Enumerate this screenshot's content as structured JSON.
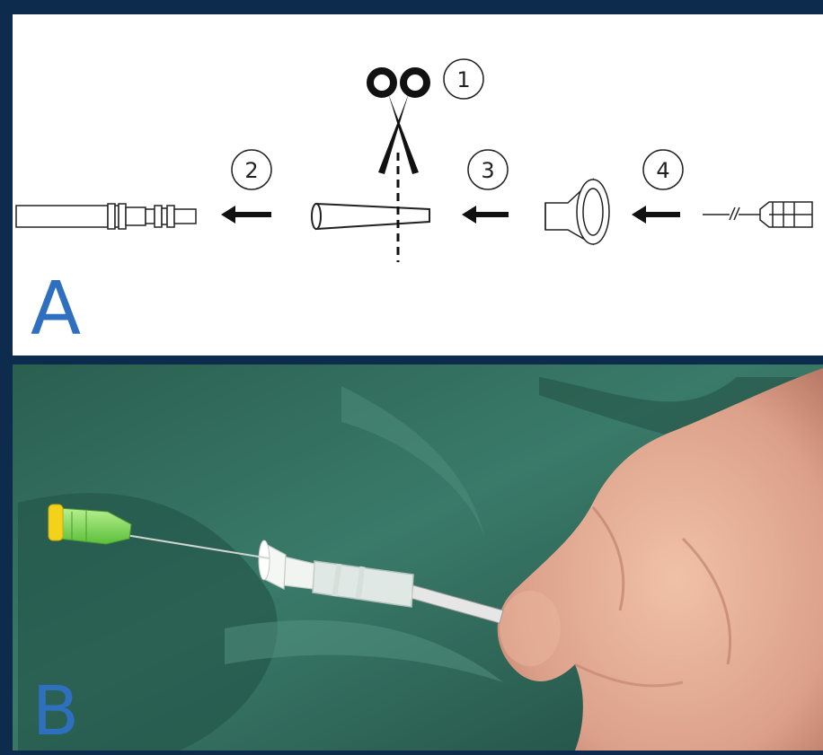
{
  "panel_a": {
    "label": "A",
    "steps": [
      "1",
      "2",
      "3",
      "4"
    ]
  },
  "panel_b": {
    "label": "B"
  },
  "colors": {
    "border": "#0d2b4d",
    "panel_label": "#2f6fc0",
    "drape": "#2f6b5c",
    "needle_hub": "#7ed957",
    "hub_cap": "#f2d21b"
  },
  "icons": [
    "scissors-icon",
    "arrow-left-icon",
    "cut-line"
  ]
}
